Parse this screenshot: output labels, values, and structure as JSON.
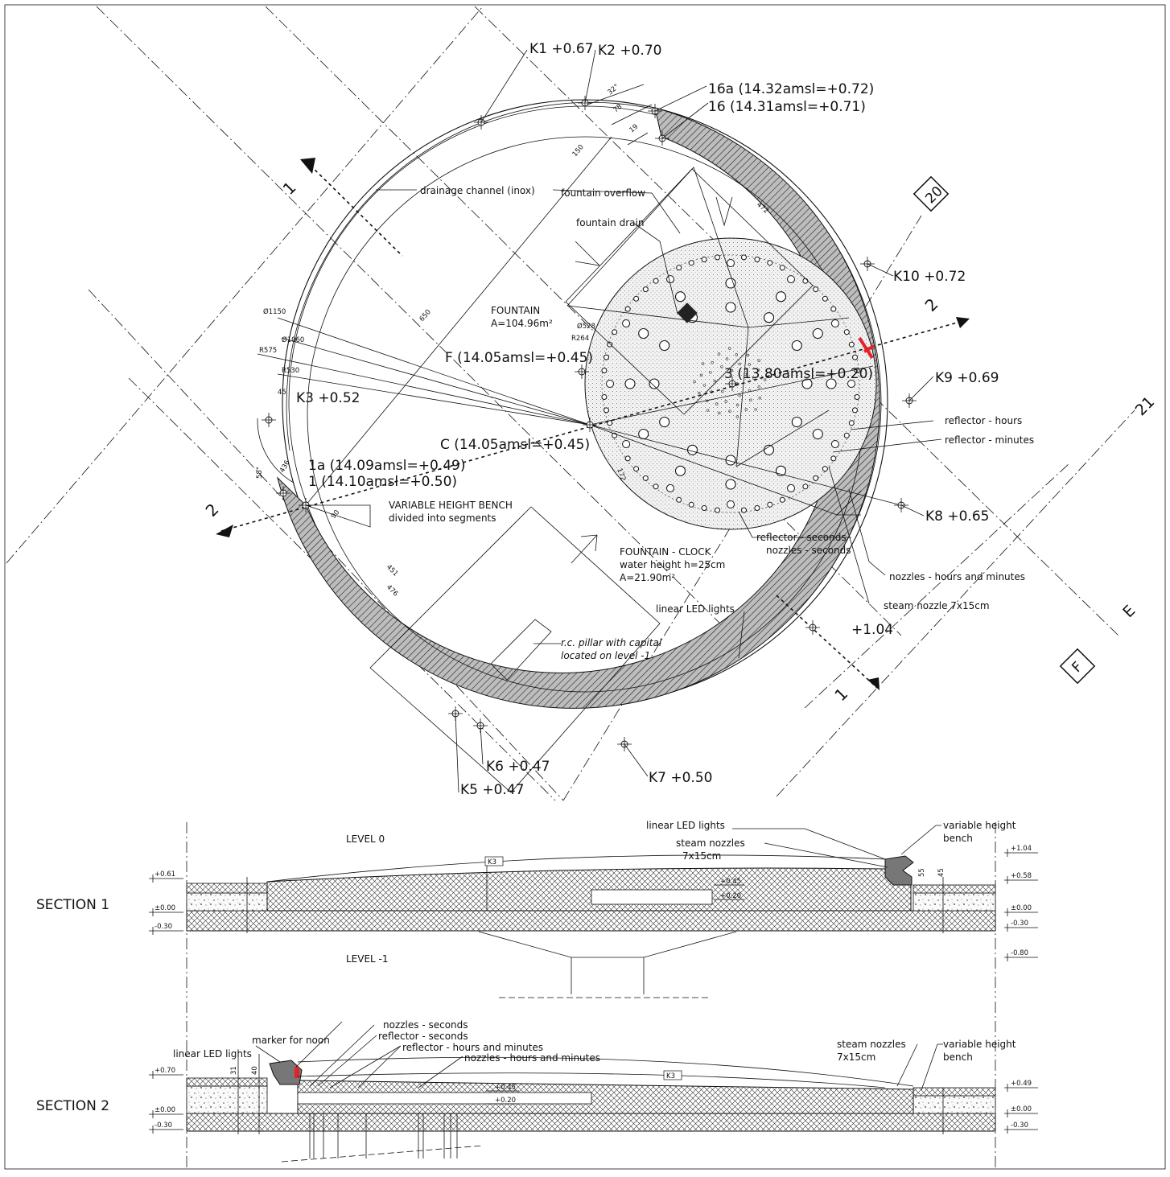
{
  "plan": {
    "points": [
      {
        "id": "k1",
        "text": "K1 +0.67"
      },
      {
        "id": "k2",
        "text": "K2 +0.70"
      },
      {
        "id": "p16a",
        "text": "16a (14.32amsl=+0.72)"
      },
      {
        "id": "p16",
        "text": "16 (14.31amsl=+0.71)"
      },
      {
        "id": "k10",
        "text": "K10 +0.72"
      },
      {
        "id": "k9",
        "text": "K9 +0.69"
      },
      {
        "id": "k8",
        "text": "K8 +0.65"
      },
      {
        "id": "k3",
        "text": "K3 +0.52"
      },
      {
        "id": "p1a",
        "text": "1a (14.09amsl=+0.49)"
      },
      {
        "id": "p1",
        "text": "1 (14.10amsl=+0.50)"
      },
      {
        "id": "pf",
        "text": "F (14.05amsl=+0.45)"
      },
      {
        "id": "pc",
        "text": "C (14.05amsl=+0.45)"
      },
      {
        "id": "p3",
        "text": "3 (13.80amsl=+0.20)"
      },
      {
        "id": "k5",
        "text": "K5 +0.47"
      },
      {
        "id": "k6",
        "text": "K6 +0.47"
      },
      {
        "id": "k7",
        "text": "K7 +0.50"
      },
      {
        "id": "e104",
        "text": "+1.04"
      }
    ],
    "notes": {
      "drainage": "drainage channel (inox)",
      "overflow": "fountain overflow",
      "drain": "fountain drain",
      "fountain_title": "FOUNTAIN",
      "fountain_area": "A=104.96m²",
      "bench1": "VARIABLE HEIGHT BENCH",
      "bench2": "divided into segments",
      "clock1": "FOUNTAIN - CLOCK",
      "clock2": "water height h=25cm",
      "clock3": "A=21.90m²",
      "refl_hours": "reflector - hours",
      "refl_minutes": "reflector - minutes",
      "refl_seconds": "reflector - seconds",
      "noz_seconds": "nozzles - seconds",
      "noz_hm": "nozzles - hours and minutes",
      "steam": "steam nozzle 7x15cm",
      "led": "linear LED lights",
      "pillar1": "r.c. pillar with capital",
      "pillar2": "located on level -1"
    },
    "dims": {
      "d1150": "Ø1150",
      "d1060": "Ø1060",
      "r575": "R575",
      "r530": "R530",
      "d528": "Ø528",
      "r264": "R264",
      "d45": "45",
      "d650": "650",
      "d150": "150",
      "d472": "472",
      "d451": "451",
      "d476": "476",
      "a32": "32°",
      "d78": "78",
      "d19": "19",
      "d90": "90",
      "a58": "58°",
      "d436": "436",
      "d172": "172"
    },
    "axes": {
      "a20": "20",
      "a21": "21",
      "aE": "E",
      "aF": "F",
      "s1": "1",
      "s2": "2"
    }
  },
  "section1": {
    "title": "SECTION 1",
    "level0": "LEVEL 0",
    "levelm1": "LEVEL -1",
    "k3": "K3",
    "led": "linear LED lights",
    "steam1": "steam nozzles",
    "steam2": "7x15cm",
    "bench1": "variable height",
    "bench2": "bench",
    "d55": "55",
    "d45": "45",
    "lev_061": "+0.61",
    "lev_000": "±0.00",
    "lev_m030": "-0.30",
    "lev_045": "+0.45",
    "lev_020": "+0.20",
    "lev_104": "+1.04",
    "lev_058": "+0.58",
    "lev_r000": "±0.00",
    "lev_rm030": "-0.30",
    "lev_m080": "-0.80"
  },
  "section2": {
    "title": "SECTION 2",
    "k3": "K3",
    "noz_sec": "nozzles - seconds",
    "refl_sec": "reflector - seconds",
    "refl_hm": "reflector - hours and minutes",
    "noz_hm": "nozzles - hours and minutes",
    "noon": "marker for noon",
    "led": "linear LED lights",
    "steam1": "steam nozzles",
    "steam2": "7x15cm",
    "bench1": "variable height",
    "bench2": "bench",
    "d31": "31",
    "d40": "40",
    "lev_070": "+0.70",
    "lev_000": "±0.00",
    "lev_m030": "-0.30",
    "lev_045": "+0.45",
    "lev_020": "+0.20",
    "lev_049": "+0.49",
    "lev_r000": "±0.00",
    "lev_rm030": "-0.30"
  },
  "colors": {
    "accent": "#e0242b",
    "hatch": "#222222",
    "fill": "#e9e9e9"
  }
}
